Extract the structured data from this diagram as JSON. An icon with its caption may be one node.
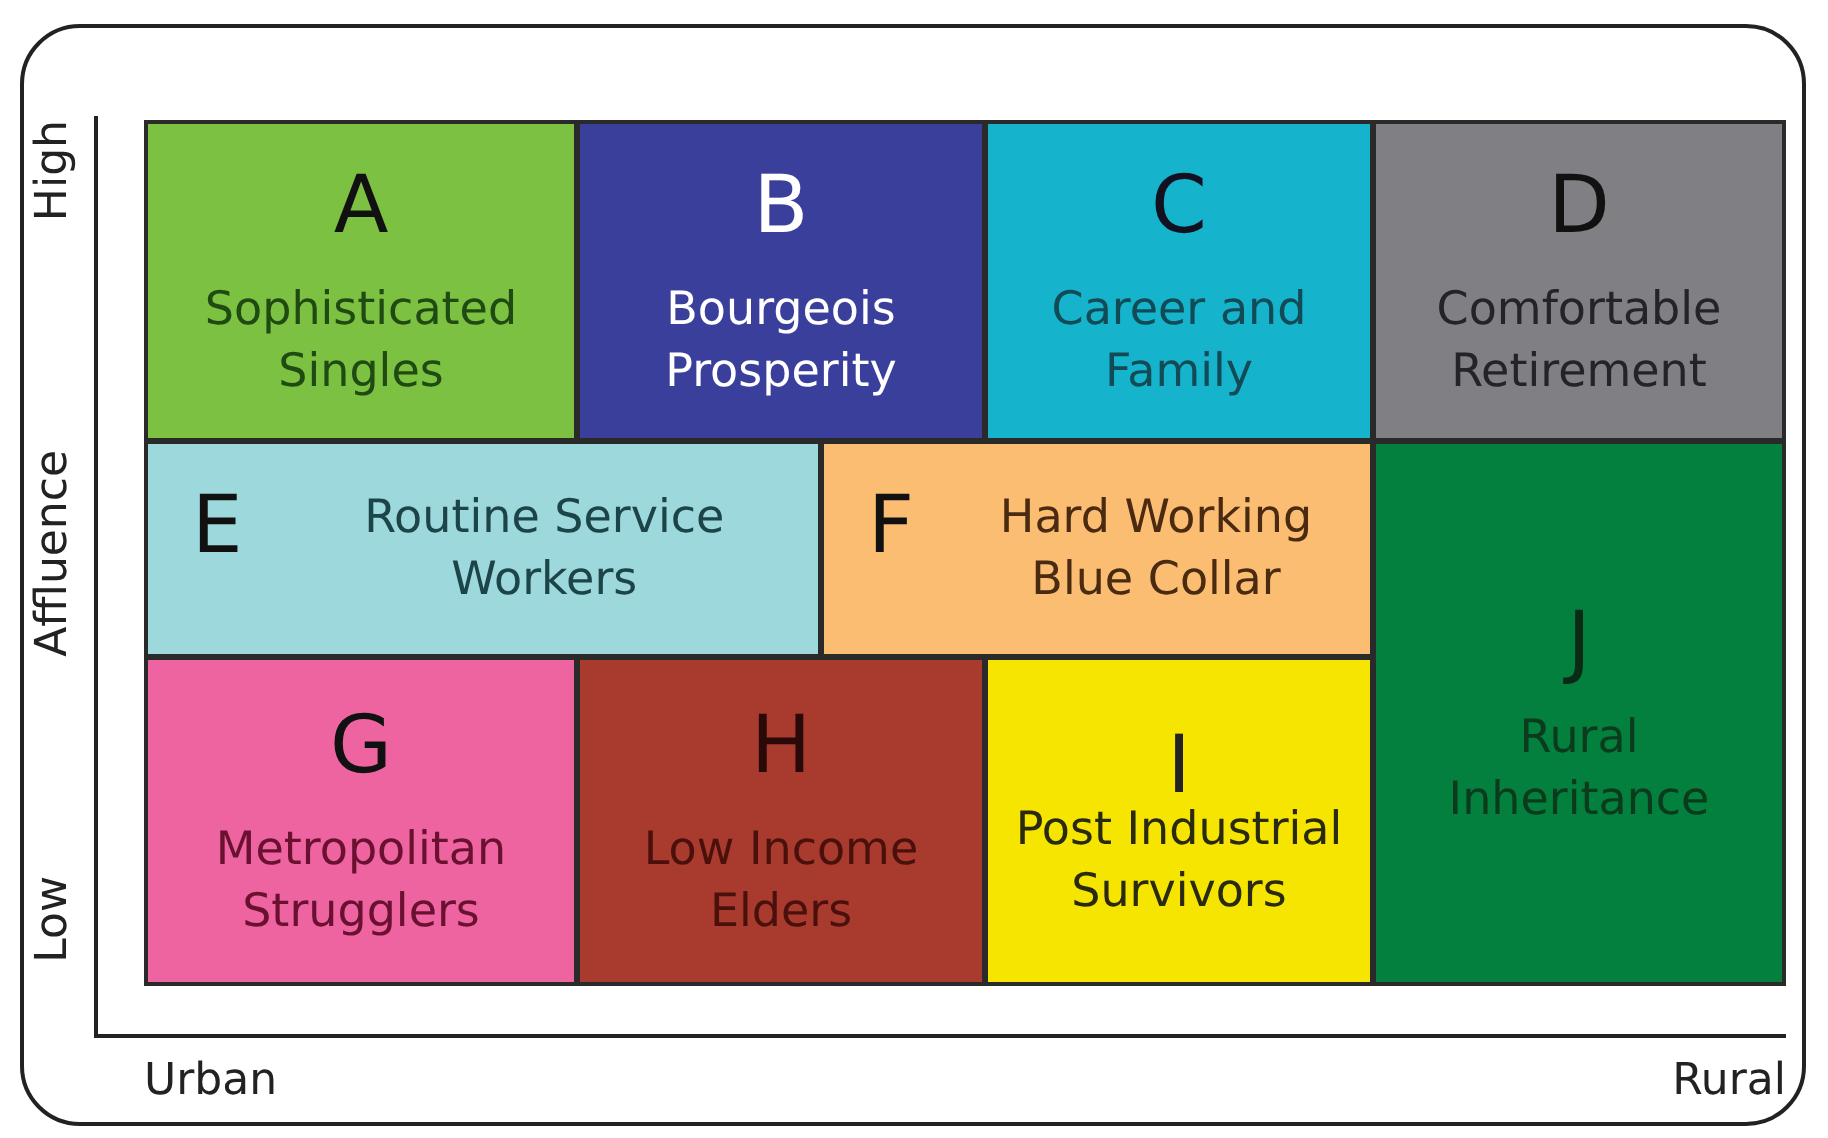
{
  "diagram": {
    "nodes": [
      {
        "text": [
          "A",
          "Sophisticated Singles"
        ]
      },
      {
        "text": [
          "B",
          "Bourgeois Prosperity"
        ]
      },
      {
        "text": [
          "C",
          "Career and Family"
        ]
      },
      {
        "text": [
          "D",
          "Comfortable Retirement"
        ]
      },
      {
        "text": [
          "E",
          "Routine Service Workers"
        ]
      },
      {
        "text": [
          "F",
          "Hard Working Blue Collar"
        ]
      },
      {
        "text": [
          "G",
          "Metropolitan Strugglers"
        ]
      },
      {
        "text": [
          "H",
          "Low Income Elders"
        ]
      },
      {
        "text": [
          "I",
          "Post Industrial Survivors"
        ]
      },
      {
        "text": [
          "J",
          "Rural Inheritance"
        ]
      }
    ],
    "labels": [
      "High",
      "Affluence",
      "Low",
      "Urban",
      "Rural"
    ]
  }
}
